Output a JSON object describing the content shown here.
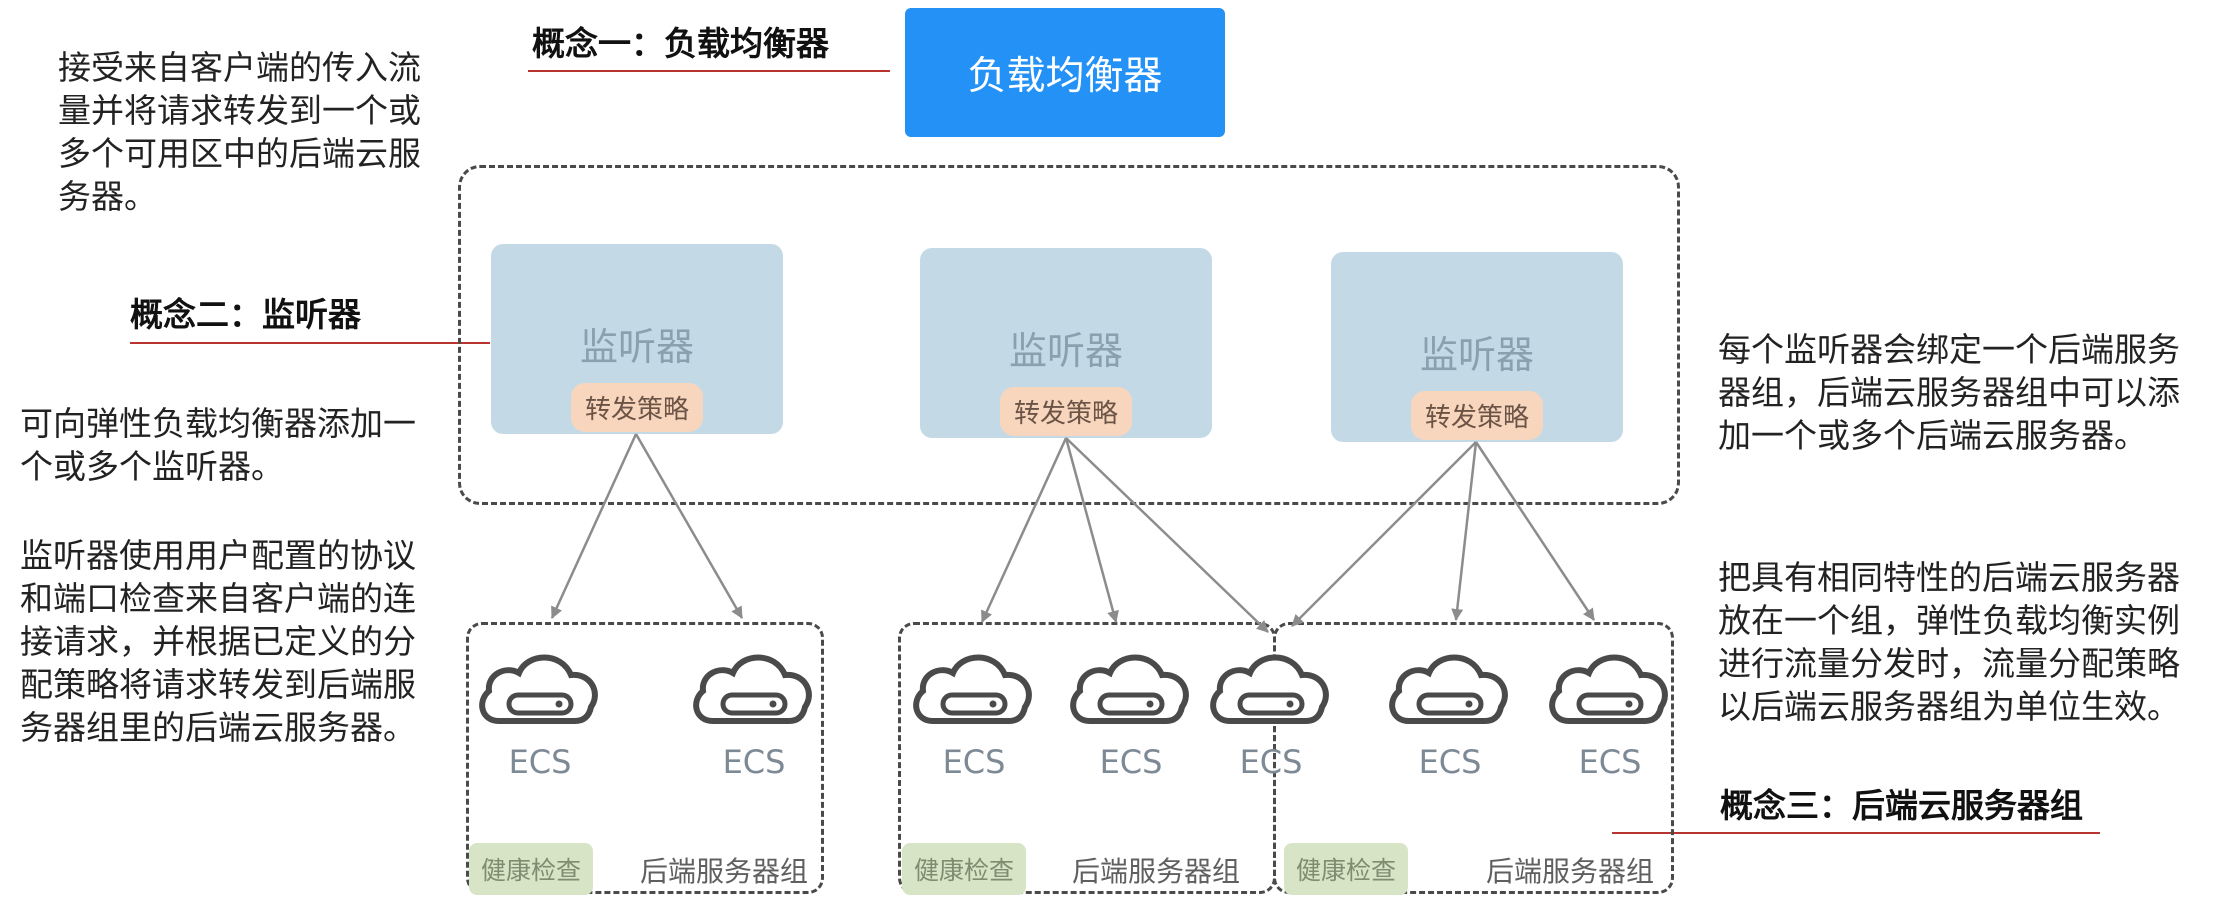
{
  "concepts": {
    "one": "概念一：负载均衡器",
    "two": "概念二：监听器",
    "three": "概念三：后端云服务器组"
  },
  "notes": {
    "load_balancer": "接受来自客户端的传入流量并将请求转发到一个或多个可用区中的后端云服务器。",
    "listener_add": "可向弹性负载均衡器添加一个或多个监听器。",
    "listener_detail": "监听器使用用户配置的协议和端口检查来自客户端的连接请求，并根据已定义的分配策略将请求转发到后端服务器组里的后端云服务器。",
    "group_bind": "每个监听器会绑定一个后端服务器组，后端云服务器组中可以添加一个或多个后端云服务器。",
    "group_policy": "把具有相同特性的后端云服务器放在一个组，弹性负载均衡实例进行流量分发时，流量分配策略以后端云服务器组为单位生效。"
  },
  "load_balancer": {
    "label": "负载均衡器",
    "color": "#2391f5"
  },
  "listeners": [
    {
      "title": "监听器",
      "policy": "转发策略"
    },
    {
      "title": "监听器",
      "policy": "转发策略"
    },
    {
      "title": "监听器",
      "policy": "转发策略"
    }
  ],
  "ecs_nodes": [
    {
      "label": "ECS",
      "icon": "cloud-server-icon"
    },
    {
      "label": "ECS",
      "icon": "cloud-server-icon"
    },
    {
      "label": "ECS",
      "icon": "cloud-server-icon"
    },
    {
      "label": "ECS",
      "icon": "cloud-server-icon"
    },
    {
      "label": "ECS",
      "icon": "cloud-server-icon"
    },
    {
      "label": "ECS",
      "icon": "cloud-server-icon"
    },
    {
      "label": "ECS",
      "icon": "cloud-server-icon"
    }
  ],
  "groups": [
    {
      "health": "健康检查",
      "name": "后端服务器组"
    },
    {
      "health": "健康检查",
      "name": "后端服务器组"
    },
    {
      "health": "健康检查",
      "name": "后端服务器组"
    }
  ],
  "colors": {
    "accent_underline": "#b8342f",
    "listener_fill": "#c4d9e6",
    "policy_fill": "#f7d6bd",
    "health_fill": "#d7e4c5"
  }
}
